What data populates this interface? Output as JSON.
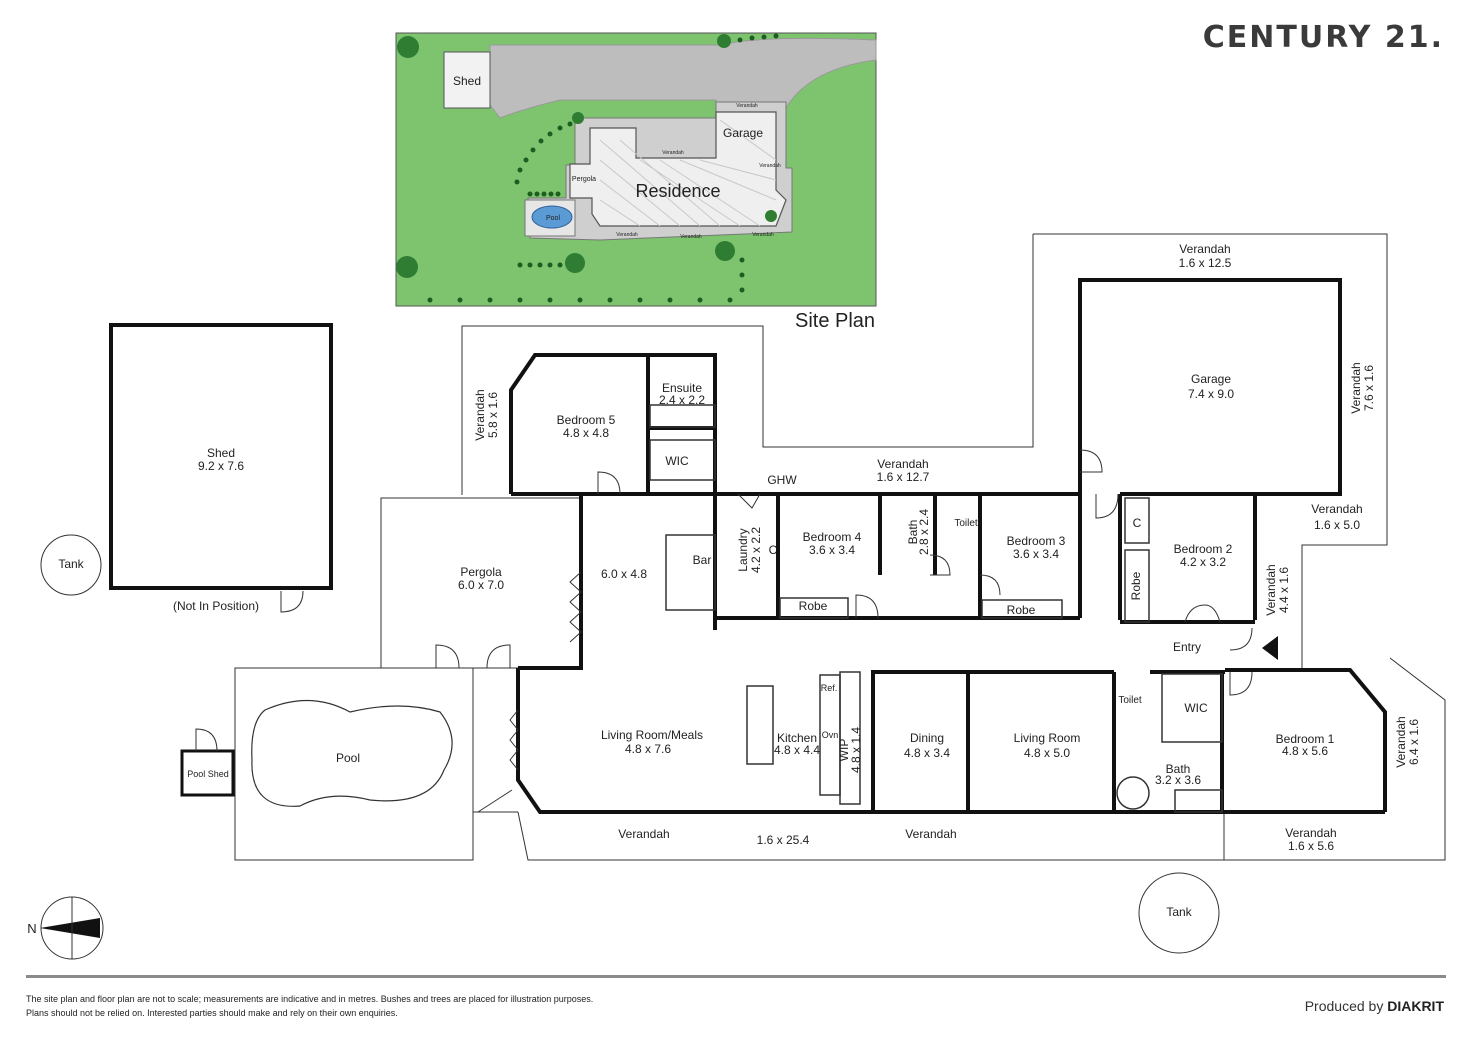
{
  "brand": {
    "logo": "CENTURY 21."
  },
  "site_plan": {
    "title": "Site Plan",
    "labels": {
      "shed": "Shed",
      "garage": "Garage",
      "residence": "Residence",
      "pergola": "Pergola",
      "pool": "Pool",
      "verandah": "Verandah"
    },
    "colors": {
      "lawn": "#7ec46e",
      "paving": "#bdbdbd",
      "pool": "#5b9bd5",
      "tree": "#2e7d32"
    }
  },
  "rooms": {
    "shed": {
      "name": "Shed",
      "size": "9.2 x 7.6",
      "note": "(Not In Position)"
    },
    "tank_left": {
      "name": "Tank"
    },
    "tank_right": {
      "name": "Tank"
    },
    "pergola": {
      "name": "Pergola",
      "size": "6.0 x 7.0"
    },
    "pool": {
      "name": "Pool"
    },
    "pool_shed": {
      "name": "Pool Shed"
    },
    "bedroom5": {
      "name": "Bedroom 5",
      "size": "4.8 x 4.8"
    },
    "ensuite": {
      "name": "Ensuite",
      "size": "2.4 x 2.2"
    },
    "wic_left": {
      "name": "WIC"
    },
    "verandah_left": {
      "name": "Verandah",
      "size": "5.8 x 1.6"
    },
    "verandah_mid": {
      "name": "Verandah",
      "size": "1.6 x 12.7"
    },
    "ghw": {
      "name": "GHW"
    },
    "family": {
      "size": "6.0 x 4.8"
    },
    "bar": {
      "name": "Bar"
    },
    "laundry": {
      "name": "Laundry",
      "size": "4.2 x 2.2"
    },
    "c_laundry": {
      "name": "C"
    },
    "bedroom4": {
      "name": "Bedroom 4",
      "size": "3.6 x 3.4"
    },
    "robe4": {
      "name": "Robe"
    },
    "bath_small": {
      "name": "Bath",
      "size": "2.8 x 2.4"
    },
    "toilet_mid": {
      "name": "Toilet"
    },
    "bedroom3": {
      "name": "Bedroom 3",
      "size": "3.6 x 3.4"
    },
    "robe3": {
      "name": "Robe"
    },
    "garage": {
      "name": "Garage",
      "size": "7.4 x 9.0"
    },
    "verandah_top": {
      "name": "Verandah",
      "size": "1.6 x 12.5"
    },
    "verandah_garage": {
      "name": "Verandah",
      "size": "7.6 x 1.6"
    },
    "verandah_right": {
      "name": "Verandah",
      "size": "1.6 x 5.0"
    },
    "c_entry": {
      "name": "C"
    },
    "robe2": {
      "name": "Robe"
    },
    "bedroom2": {
      "name": "Bedroom 2",
      "size": "4.2 x 3.2"
    },
    "verandah_entry": {
      "name": "Verandah",
      "size": "4.4 x 1.6"
    },
    "entry": {
      "name": "Entry"
    },
    "living_meals": {
      "name": "Living Room/Meals",
      "size": "4.8 x 7.6"
    },
    "kitchen": {
      "name": "Kitchen",
      "size": "4.8 x 4.4"
    },
    "ref": {
      "name": "Ref."
    },
    "ovn": {
      "name": "Ovn"
    },
    "wip": {
      "name": "WIP",
      "size": "4.8 x 1.4"
    },
    "dining": {
      "name": "Dining",
      "size": "4.8 x 3.4"
    },
    "living": {
      "name": "Living Room",
      "size": "4.8 x 5.0"
    },
    "toilet_right": {
      "name": "Toilet"
    },
    "wic_right": {
      "name": "WIC"
    },
    "bath_main": {
      "name": "Bath",
      "size": "3.2 x 3.6"
    },
    "bedroom1": {
      "name": "Bedroom 1",
      "size": "4.8 x 5.6"
    },
    "verandah_bed1": {
      "name": "Verandah",
      "size": "6.4 x 1.6"
    },
    "verandah_bottom_a": {
      "name": "Verandah"
    },
    "verandah_bottom_size": {
      "size": "1.6 x 25.4"
    },
    "verandah_bottom_b": {
      "name": "Verandah"
    },
    "verandah_bottom_right": {
      "name": "Verandah",
      "size": "1.6 x 5.6"
    }
  },
  "compass": {
    "label": "N"
  },
  "footer": {
    "disclaimer_line1": "The site plan and floor plan are not to scale; measurements are indicative and in metres. Bushes and trees are placed for illustration purposes.",
    "disclaimer_line2": "Plans should not be relied on. Interested parties should make and rely on their own enquiries.",
    "produced_by": "Produced by",
    "producer": "DIAKRIT"
  }
}
